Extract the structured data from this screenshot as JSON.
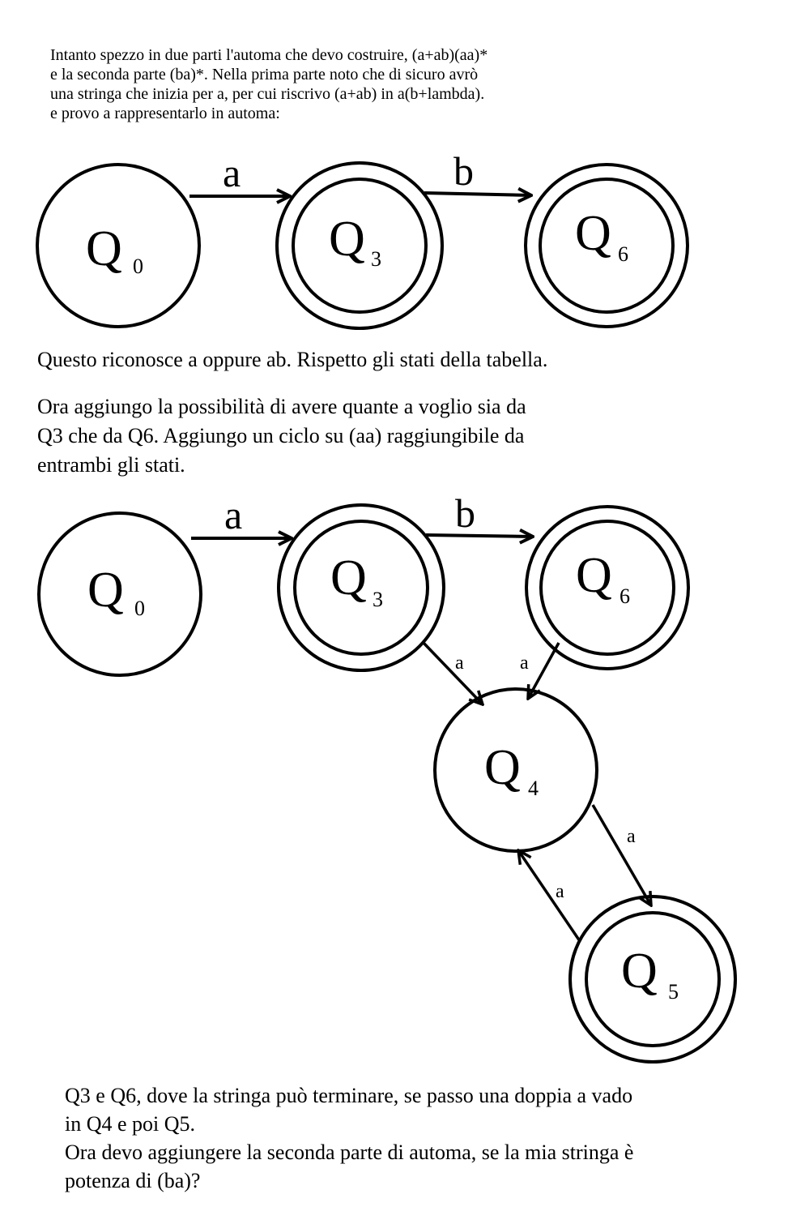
{
  "intro": {
    "line1": "Intanto spezzo in due parti l'automa che devo costruire, (a+ab)(aa)*",
    "line2": "e la seconda parte (ba)*. Nella prima parte noto che di sicuro avrò",
    "line3": "una stringa che inizia per a, per cui riscrivo (a+ab) in a(b+lambda).",
    "line4": "e provo a rappresentarlo in automa:"
  },
  "diagram1": {
    "states": [
      {
        "name": "Q",
        "sub": "0",
        "accepting": false
      },
      {
        "name": "Q",
        "sub": "3",
        "accepting": true
      },
      {
        "name": "Q",
        "sub": "6",
        "accepting": true
      }
    ],
    "edges": [
      {
        "from": "Q0",
        "to": "Q3",
        "label": "a"
      },
      {
        "from": "Q3",
        "to": "Q6",
        "label": "b"
      }
    ]
  },
  "note1": "Questo riconosce a oppure ab. Rispetto gli stati della tabella.",
  "note2": {
    "line1": "Ora aggiungo la possibilità di avere quante a voglio sia da",
    "line2": "Q3 che da Q6. Aggiungo un ciclo su (aa) raggiungibile da",
    "line3": "entrambi gli stati."
  },
  "diagram2": {
    "states": [
      {
        "name": "Q",
        "sub": "0",
        "accepting": false
      },
      {
        "name": "Q",
        "sub": "3",
        "accepting": true
      },
      {
        "name": "Q",
        "sub": "6",
        "accepting": true
      },
      {
        "name": "Q",
        "sub": "4",
        "accepting": false
      },
      {
        "name": "Q",
        "sub": "5",
        "accepting": true
      }
    ],
    "edges": [
      {
        "from": "Q0",
        "to": "Q3",
        "label": "a"
      },
      {
        "from": "Q3",
        "to": "Q6",
        "label": "b"
      },
      {
        "from": "Q3",
        "to": "Q4",
        "label": "a"
      },
      {
        "from": "Q6",
        "to": "Q4",
        "label": "a"
      },
      {
        "from": "Q4",
        "to": "Q5",
        "label": "a"
      },
      {
        "from": "Q5",
        "to": "Q4",
        "label": "a"
      }
    ]
  },
  "conclusion": {
    "line1": "Q3 e Q6, dove la stringa può terminare, se passo una doppia a vado",
    "line2": "in Q4 e poi Q5.",
    "line3": "Ora devo aggiungere la seconda parte di automa, se la mia stringa è",
    "line4": "potenza di (ba)?"
  }
}
